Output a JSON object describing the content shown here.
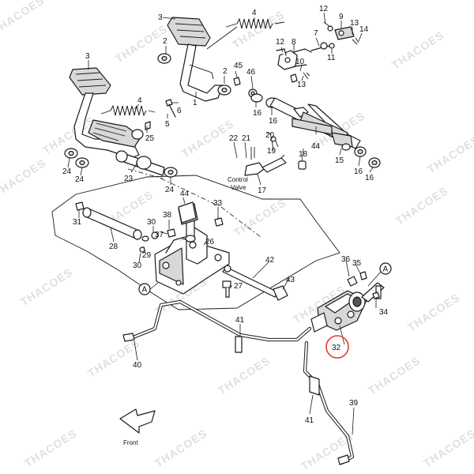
{
  "watermark": "THACOES",
  "labels": {
    "front": "Front",
    "control_valve_line1": "Control",
    "control_valve_line2": "Valve",
    "ref_a": "A",
    "highlighted_part": "32"
  },
  "part_numbers": {
    "p1": "1",
    "p2": "2",
    "p3": "3",
    "p4": "4",
    "p5": "5",
    "p6": "6",
    "p7": "7",
    "p8": "8",
    "p9": "9",
    "p10": "10",
    "p11": "11",
    "p12": "12",
    "p13": "13",
    "p14": "14",
    "p15": "15",
    "p16": "16",
    "p17": "17",
    "p18": "18",
    "p19": "19",
    "p20": "20",
    "p21": "21",
    "p22": "22",
    "p23": "23",
    "p24": "24",
    "p25": "25",
    "p26": "26",
    "p27": "27",
    "p28": "28",
    "p29": "29",
    "p30": "30",
    "p31": "31",
    "p33": "33",
    "p34": "34",
    "p35": "35",
    "p36": "36",
    "p37": "37",
    "p38": "38",
    "p39": "39",
    "p40": "40",
    "p41": "41",
    "p42": "42",
    "p43": "43",
    "p44": "44",
    "p45": "45",
    "p46": "46"
  },
  "colors": {
    "callout": "#e53935",
    "line": "#1a1a1a"
  }
}
